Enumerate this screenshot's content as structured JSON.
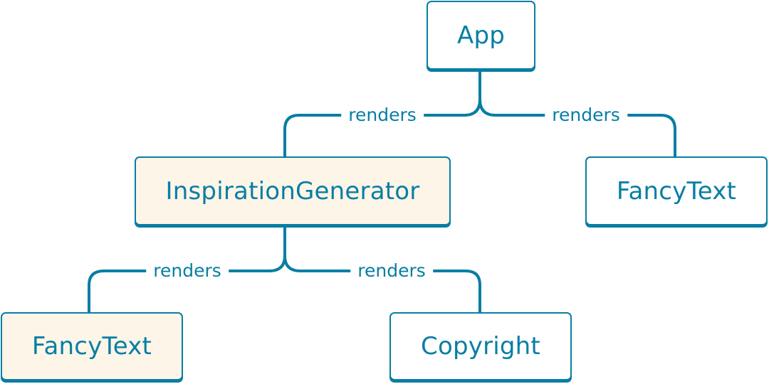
{
  "colors": {
    "stroke": "#087ea4",
    "highlight_fill": "#fdf5e8",
    "default_fill": "#ffffff"
  },
  "nodes": {
    "app": {
      "label": "App",
      "highlighted": false
    },
    "inspiration_generator": {
      "label": "InspirationGenerator",
      "highlighted": true
    },
    "fancy_text_right": {
      "label": "FancyText",
      "highlighted": false
    },
    "fancy_text_left": {
      "label": "FancyText",
      "highlighted": true
    },
    "copyright": {
      "label": "Copyright",
      "highlighted": false
    }
  },
  "edges": [
    {
      "from": "App",
      "to": "InspirationGenerator",
      "label": "renders"
    },
    {
      "from": "App",
      "to": "FancyText",
      "label": "renders"
    },
    {
      "from": "InspirationGenerator",
      "to": "FancyText",
      "label": "renders"
    },
    {
      "from": "InspirationGenerator",
      "to": "Copyright",
      "label": "renders"
    }
  ]
}
